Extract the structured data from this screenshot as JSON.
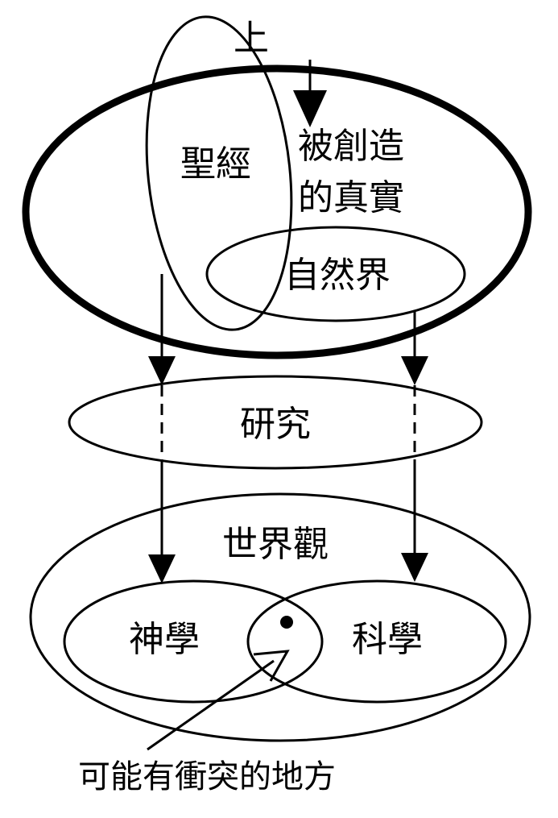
{
  "labels": {
    "top_char": "上",
    "bible": "聖經",
    "created_reality_line1": "被創造",
    "created_reality_line2": "的真實",
    "nature": "自然界",
    "research": "研究",
    "worldview": "世界觀",
    "theology": "神學",
    "science": "科學",
    "conflict_note": "可能有衝突的地方"
  },
  "colors": {
    "stroke": "#000000",
    "background": "#ffffff"
  }
}
